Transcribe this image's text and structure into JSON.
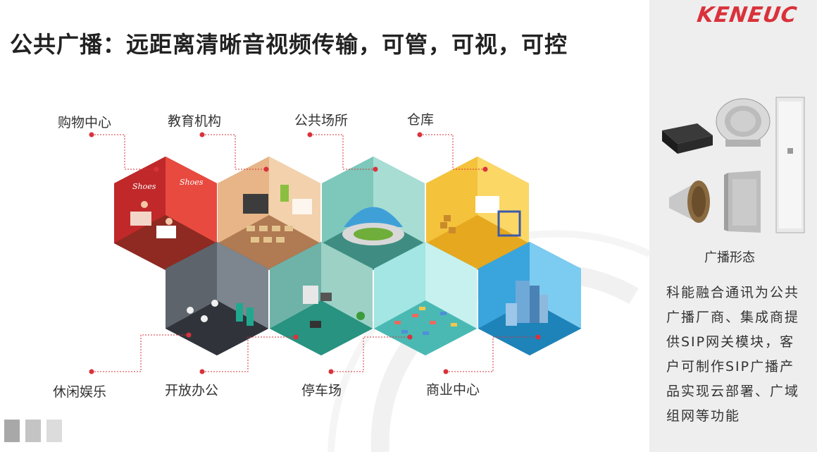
{
  "slide": {
    "title": "公共广播：远距离清晰音视频传输，可管，可视，可控"
  },
  "brand": {
    "logo_text": "KENEUC",
    "accent": "#d9323b"
  },
  "scenes": {
    "top": [
      "购物中心",
      "教育机构",
      "公共场所",
      "仓库"
    ],
    "bottom": [
      "休闲娱乐",
      "开放办公",
      "停车场",
      "商业中心"
    ]
  },
  "sidebar": {
    "caption": "广播形态",
    "description": "科能融合通讯为公共广播厂商、集成商提供SIP网关模块，客户可制作SIP广播产品实现云部署、广域组网等功能"
  },
  "colors": {
    "dot": "#d9323b",
    "square_dark": "#a8a8a8",
    "square_mid": "#c4c4c4",
    "square_light": "#dcdcdc"
  }
}
